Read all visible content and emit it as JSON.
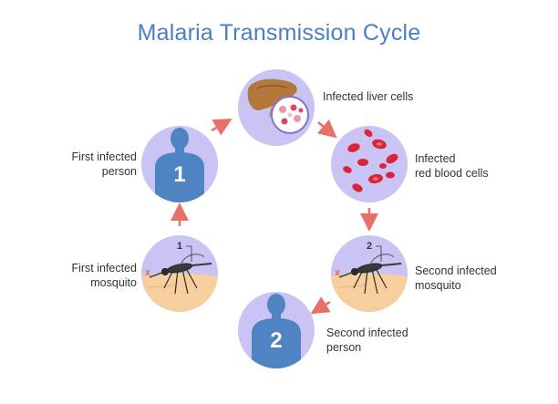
{
  "title": "Malaria Transmission Cycle",
  "colors": {
    "title": "#4a7fc1",
    "circle": "#c9c4f3",
    "person": "#4e84c2",
    "arrow": "#e8706a",
    "blood_cell": "#d9253a",
    "liver": "#b5783c",
    "skin": "#f7cf9e"
  },
  "stages": [
    {
      "id": "infected-liver-cells",
      "label": [
        "Infected liver cells"
      ]
    },
    {
      "id": "infected-red-blood-cells",
      "label": [
        "Infected",
        "red blood cells"
      ]
    },
    {
      "id": "second-infected-mosquito",
      "label": [
        "Second infected",
        "mosquito"
      ],
      "number": "2"
    },
    {
      "id": "second-infected-person",
      "label": [
        "Second infected",
        "person"
      ],
      "number": "2"
    },
    {
      "id": "first-infected-mosquito",
      "label": [
        "First infected",
        "mosquito"
      ],
      "number": "1"
    },
    {
      "id": "first-infected-person",
      "label": [
        "First infected",
        "person"
      ],
      "number": "1"
    }
  ]
}
